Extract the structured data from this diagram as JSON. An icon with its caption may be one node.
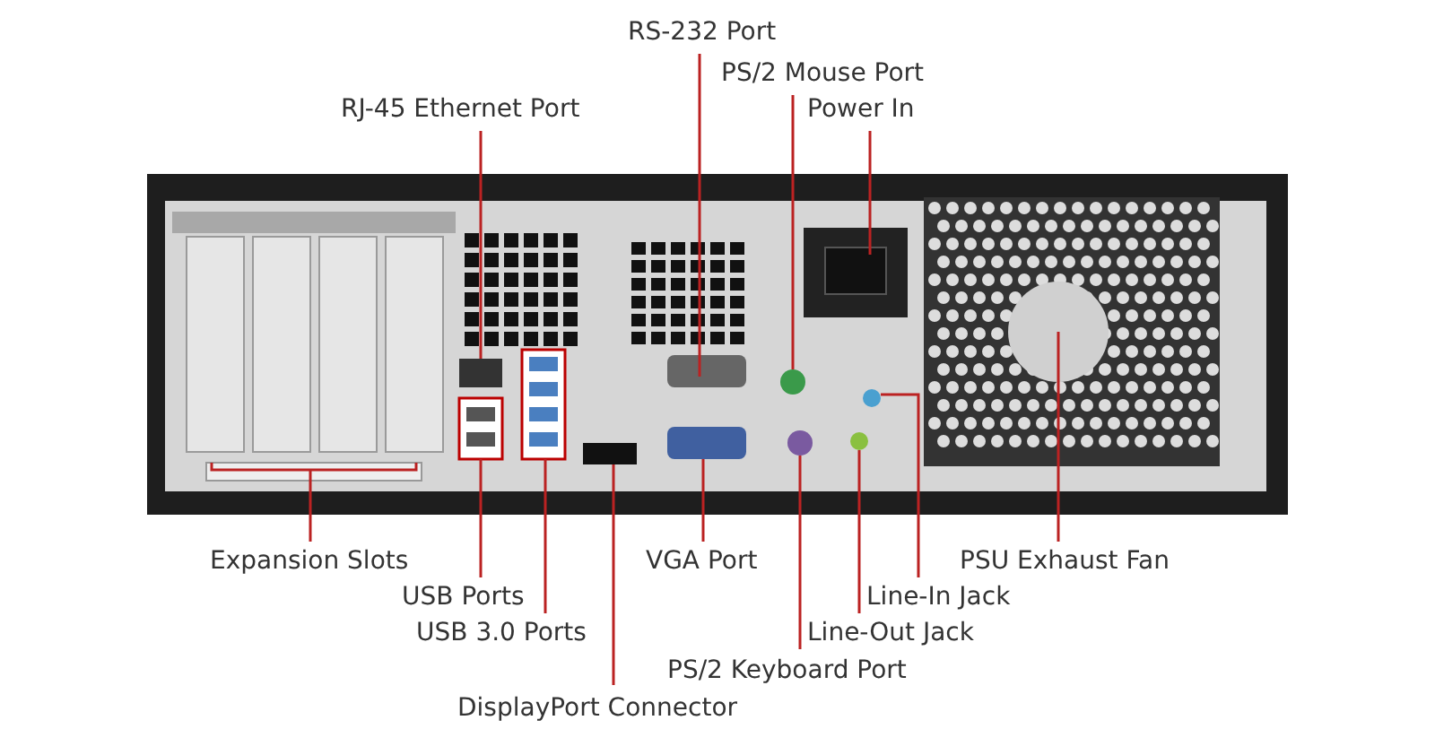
{
  "diagram": {
    "nodes": [
      {
        "text": [
          "RS-232 Port"
        ]
      },
      {
        "text": [
          "PS/2 Mouse Port"
        ]
      },
      {
        "text": [
          "RJ-45 Ethernet Port"
        ]
      },
      {
        "text": [
          "Power In"
        ]
      },
      {
        "text": [
          "Expansion Slots"
        ]
      },
      {
        "text": [
          "VGA Port"
        ]
      },
      {
        "text": [
          "PSU Exhaust Fan"
        ]
      },
      {
        "text": [
          "USB Ports"
        ]
      },
      {
        "text": [
          "Line-In Jack"
        ]
      },
      {
        "text": [
          "USB 3.0 Ports"
        ]
      },
      {
        "text": [
          "Line-Out Jack"
        ]
      },
      {
        "text": [
          "PS/2 Keyboard Port"
        ]
      },
      {
        "text": [
          "DisplayPort Connector"
        ]
      }
    ],
    "edges": [
      {
        "from": 0,
        "to": null,
        "arrow": "none"
      },
      {
        "from": 1,
        "to": null,
        "arrow": "none"
      },
      {
        "from": 2,
        "to": null,
        "arrow": "none"
      },
      {
        "from": 3,
        "to": null,
        "arrow": "none"
      },
      {
        "from": 4,
        "to": null,
        "arrow": "none"
      },
      {
        "from": 5,
        "to": null,
        "arrow": "none"
      },
      {
        "from": 6,
        "to": null,
        "arrow": "none"
      },
      {
        "from": 7,
        "to": null,
        "arrow": "none"
      },
      {
        "from": 8,
        "to": null,
        "arrow": "none"
      },
      {
        "from": 9,
        "to": null,
        "arrow": "none"
      },
      {
        "from": 10,
        "to": null,
        "arrow": "none"
      },
      {
        "from": 11,
        "to": null,
        "arrow": "none"
      },
      {
        "from": 12,
        "to": null,
        "arrow": "none"
      }
    ]
  }
}
